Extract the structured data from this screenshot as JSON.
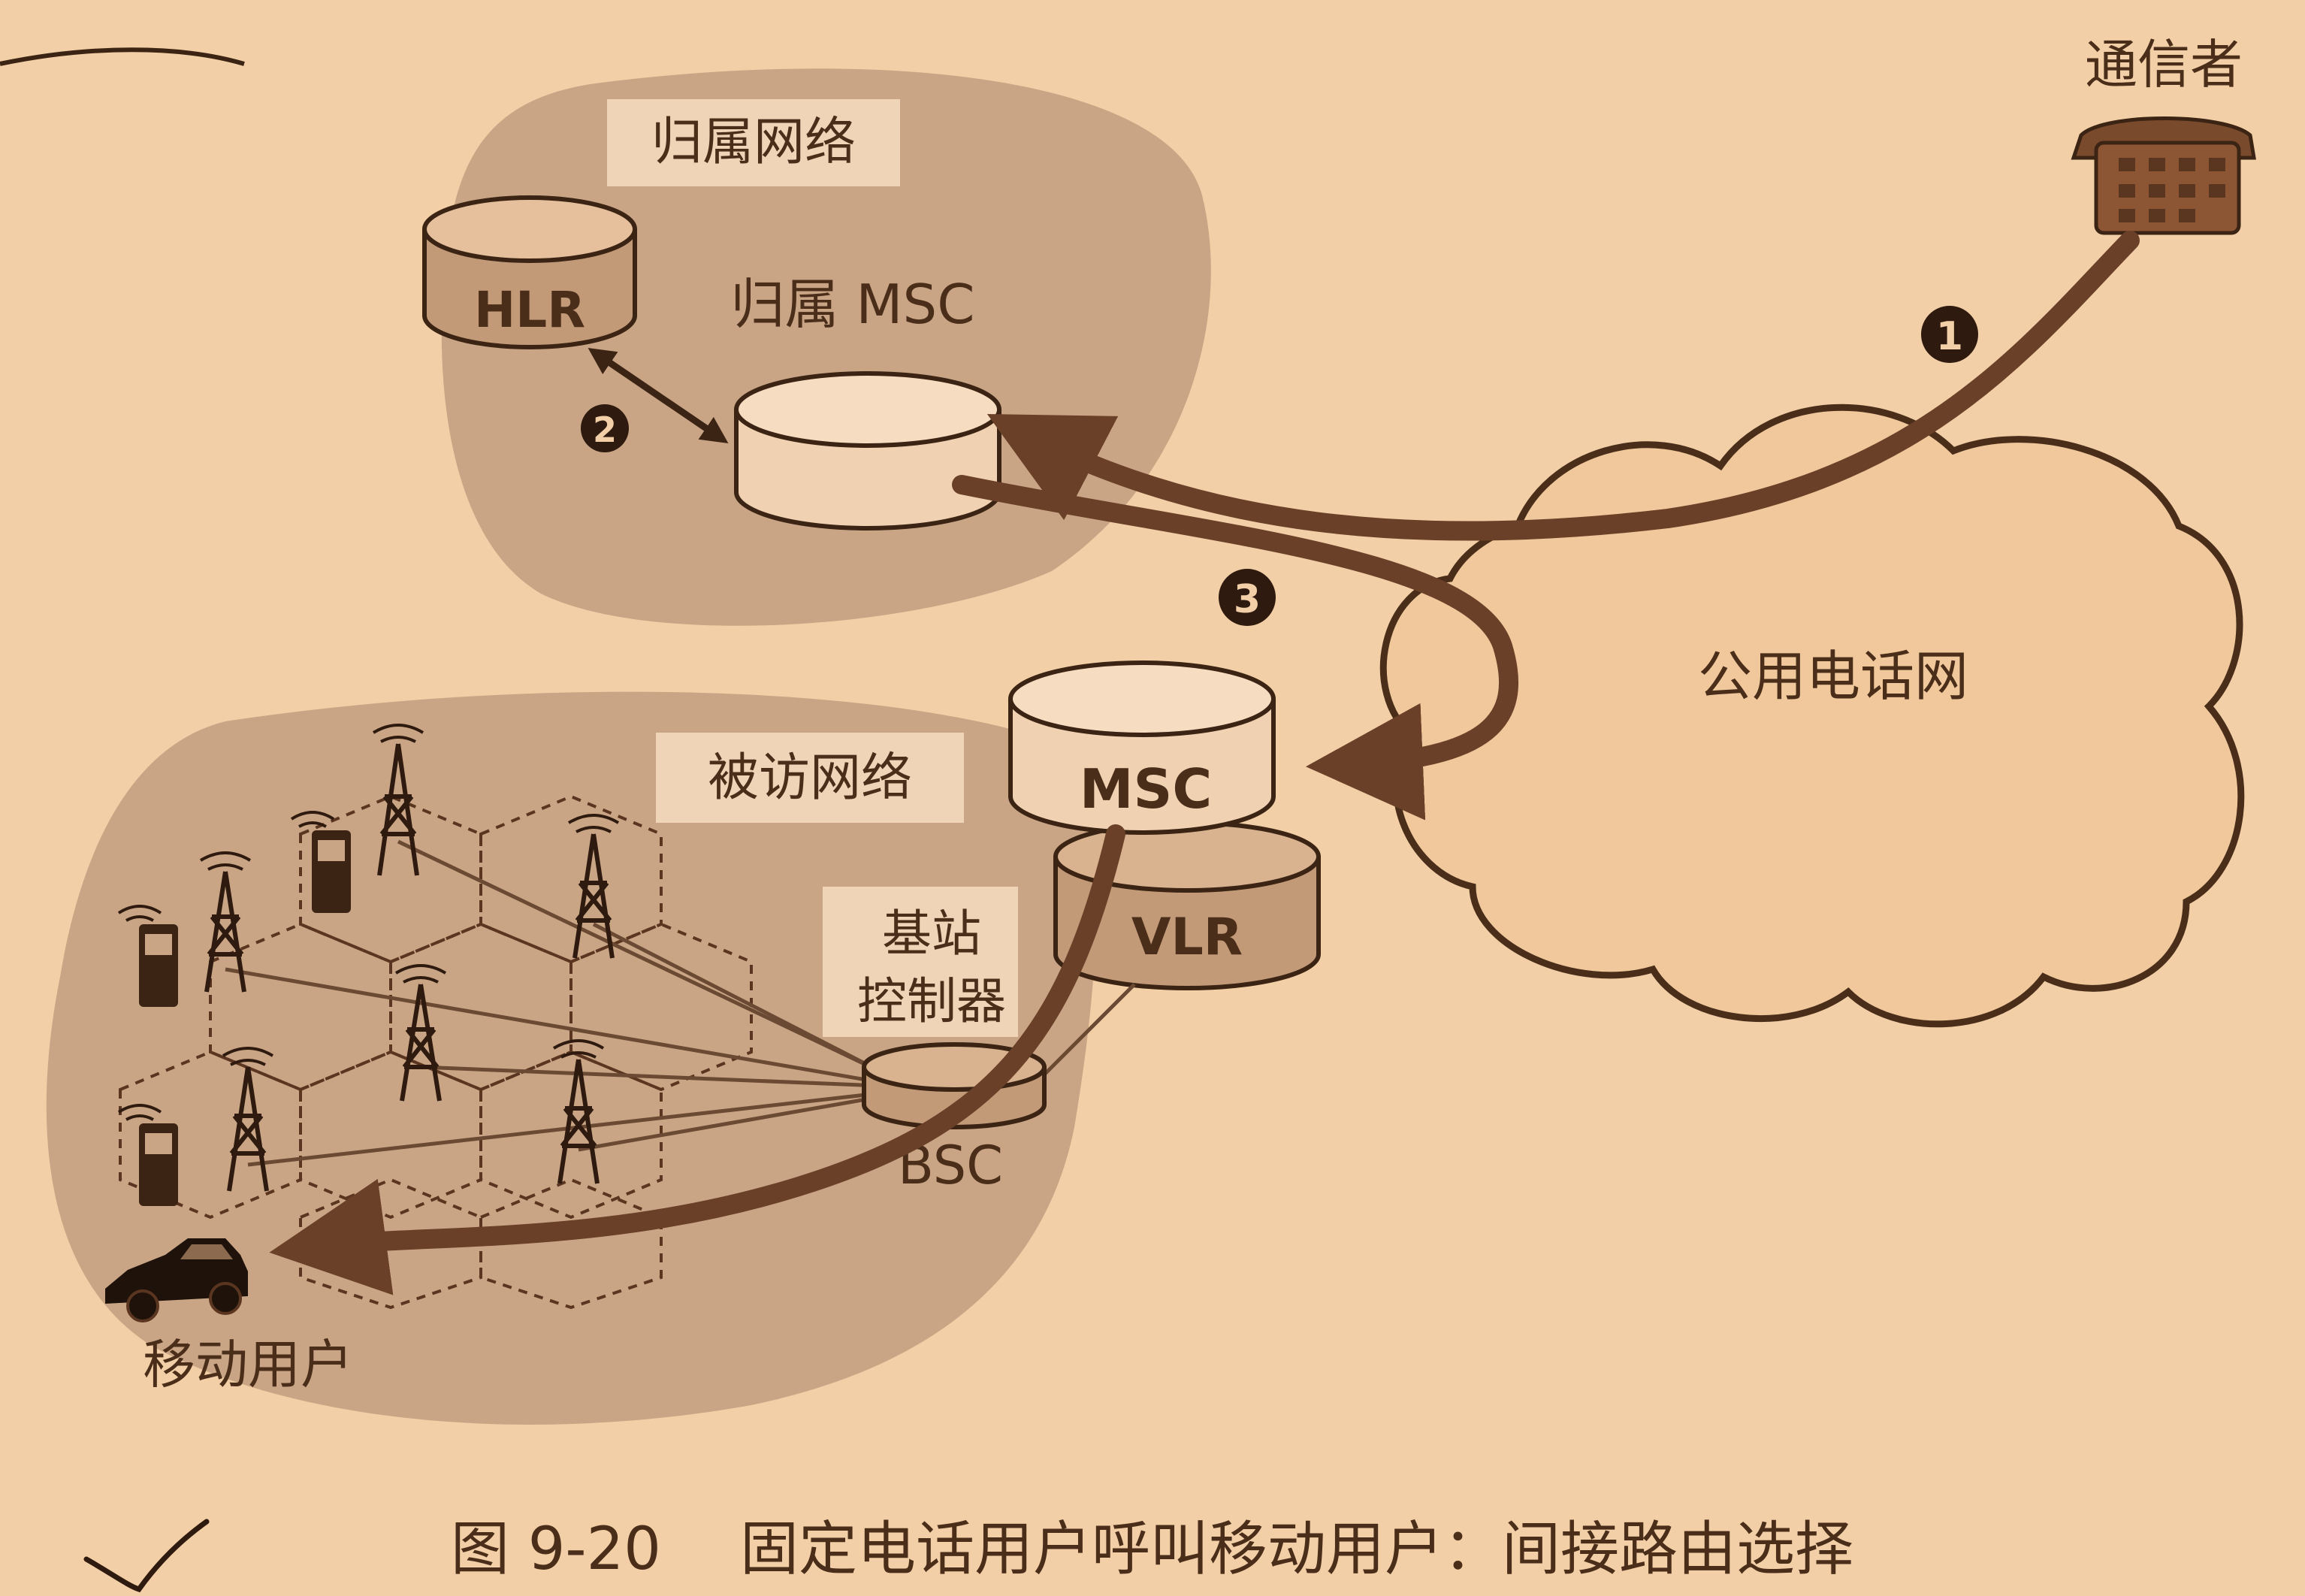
{
  "diagram": {
    "caller_label": "通信者",
    "home_network_label": "归属网络",
    "hlr_label": "HLR",
    "home_msc_label": "归属 MSC",
    "pstn_label": "公用电话网",
    "visited_network_label": "被访网络",
    "msc_label": "MSC",
    "vlr_label": "VLR",
    "bsc_title": "基站\n控制器",
    "bsc_title_line1": "基站",
    "bsc_title_line2": "控制器",
    "bsc_label": "BSC",
    "mobile_user_label": "移动用户",
    "step_labels": [
      "1",
      "2",
      "3"
    ]
  },
  "caption": {
    "figure_number": "图 9-20",
    "text": "固定电话用户呼叫移动用户：间接路由选择"
  },
  "colors": {
    "background": "#f2cfa6",
    "region": "#c9a585",
    "arrow": "#6b4028",
    "text": "#4a2e1a"
  }
}
